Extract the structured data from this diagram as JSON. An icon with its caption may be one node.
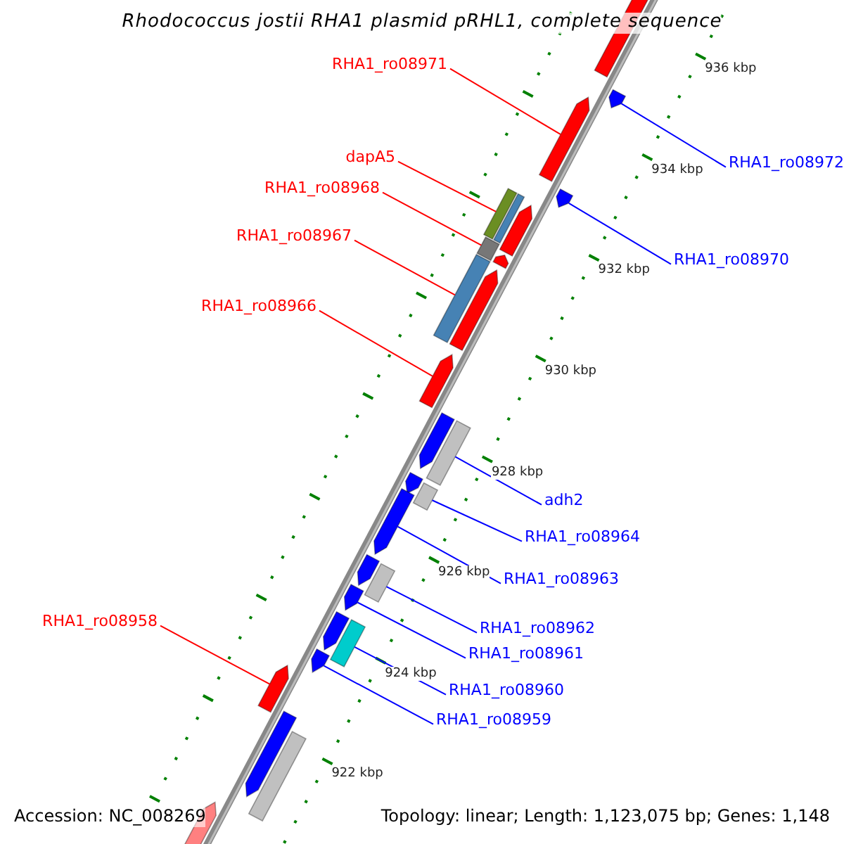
{
  "diagram": {
    "title": "Rhodococcus jostii RHA1 plasmid pRHL1, complete sequence",
    "nodes": [
      {
        "text": [
          "RHA1_ro08971"
        ]
      },
      {
        "text": [
          "dapA5"
        ]
      },
      {
        "text": [
          "RHA1_ro08972"
        ]
      },
      {
        "text": [
          "RHA1_ro08968"
        ]
      },
      {
        "text": [
          "RHA1_ro08967"
        ]
      },
      {
        "text": [
          "RHA1_ro08970"
        ]
      },
      {
        "text": [
          "RHA1_ro08966"
        ]
      },
      {
        "text": [
          "adh2"
        ]
      },
      {
        "text": [
          "RHA1_ro08964"
        ]
      },
      {
        "text": [
          "RHA1_ro08963"
        ]
      },
      {
        "text": [
          "RHA1_ro08958"
        ]
      },
      {
        "text": [
          "RHA1_ro08962"
        ]
      },
      {
        "text": [
          "RHA1_ro08961"
        ]
      },
      {
        "text": [
          "RHA1_ro08960"
        ]
      },
      {
        "text": [
          "RHA1_ro08959"
        ]
      },
      {
        "text": [],
        "shape": "arrow"
      },
      {
        "text": [],
        "shape": "arrow"
      },
      {
        "text": [],
        "shape": "arrow"
      },
      {
        "text": [],
        "shape": "bar"
      },
      {
        "text": [],
        "shape": "bar"
      },
      {
        "text": [],
        "shape": "bar"
      },
      {
        "text": [],
        "shape": "arrow"
      },
      {
        "text": [],
        "shape": "bar"
      },
      {
        "text": [],
        "shape": "bar"
      },
      {
        "text": [],
        "shape": "arrow"
      },
      {
        "text": [],
        "shape": "bar"
      },
      {
        "text": [],
        "shape": "arrow"
      },
      {
        "text": [],
        "shape": "bar"
      },
      {
        "text": [],
        "shape": "arrow"
      },
      {
        "text": [],
        "shape": "arrow"
      }
    ],
    "edges": [
      {
        "from": 0,
        "to": 16,
        "arrow": "none",
        "color": "#ff0000"
      },
      {
        "from": 1,
        "to": 18,
        "arrow": "none",
        "color": "#ff0000"
      },
      {
        "from": 2,
        "to": 15,
        "arrow": "none"
      },
      {
        "from": 3,
        "to": 19,
        "arrow": "none",
        "color": "#ff0000"
      },
      {
        "from": 4,
        "to": 20,
        "arrow": "none",
        "color": "#ff0000"
      },
      {
        "from": 5,
        "to": 17,
        "arrow": "none"
      },
      {
        "from": 6,
        "to": 21,
        "arrow": "none",
        "color": "#ff0000"
      },
      {
        "from": 7,
        "to": 22,
        "arrow": "none"
      },
      {
        "from": 8,
        "to": 23,
        "arrow": "none"
      },
      {
        "from": 9,
        "to": 24,
        "arrow": "none"
      },
      {
        "from": 10,
        "to": 29,
        "arrow": "none",
        "color": "#ff0000"
      },
      {
        "from": 11,
        "to": 25,
        "arrow": "none"
      },
      {
        "from": 12,
        "to": 26,
        "arrow": "none"
      },
      {
        "from": 13,
        "to": 27,
        "arrow": "none"
      },
      {
        "from": 14,
        "to": 28,
        "arrow": "none"
      }
    ],
    "labels": [
      "936 kbp",
      "934 kbp",
      "932 kbp",
      "930 kbp",
      "928 kbp",
      "926 kbp",
      "924 kbp",
      "922 kbp",
      "Accession: NC_008269",
      "Topology: linear; Length: 1,123,075 bp; Genes: 1,148"
    ]
  }
}
